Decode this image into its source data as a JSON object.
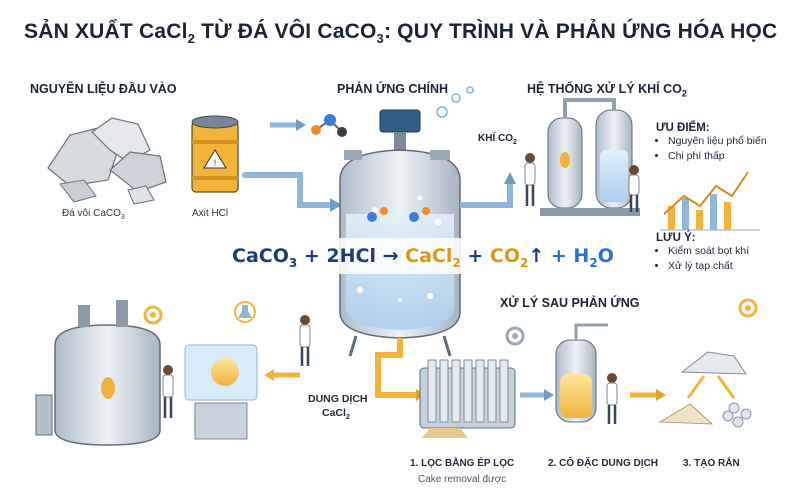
{
  "title": {
    "main": "SẢN XUẤT CaCl",
    "main_sub": "2",
    "middle": " TỪ ĐÁ VÔI CaCO",
    "middle_sub": "3",
    "rest": ": QUY TRÌNH VÀ PHẢN ỨNG HÓA HỌC"
  },
  "sections": {
    "inputs": "NGUYÊN LIỆU ĐẦU VÀO",
    "reaction": "PHẢN ỨNG CHÍNH",
    "gas_system": "HỆ THỐNG XỬ LÝ KHÍ CO",
    "gas_system_sub": "2",
    "post": "XỬ LÝ SAU PHẢN ỨNG"
  },
  "inputs": {
    "limestone": "Đá vôi CaCO",
    "limestone_sub": "3",
    "acid": "Axit HCl"
  },
  "gas_label": {
    "text": "KHÍ CO",
    "sub": "2"
  },
  "equation": {
    "reactants": "CaCO",
    "reactants_sub": "3",
    "plus1": " + 2HCl → ",
    "product1": "CaCl",
    "product1_sub": "2",
    "plus2": " + ",
    "product2": "CO",
    "product2_sub": "2",
    "arrow": "↑",
    "plus3": " + H",
    "product3_sub": "2",
    "product3_end": "O"
  },
  "advantages": {
    "heading": "ƯU ĐIỂM:",
    "items": [
      "Nguyên liệu phổ biến",
      "Chi phí thấp"
    ]
  },
  "notes": {
    "heading": "LƯU Ý:",
    "items": [
      "Kiểm soát bọt khí",
      "Xử lý tạp chất"
    ]
  },
  "solution_label": {
    "line1": "DUNG DỊCH",
    "line2": "CaCl",
    "line2_sub": "2"
  },
  "steps": {
    "step1": "1. LỌC BẰNG ÉP LỌC",
    "step1_sub": "Cake removal được",
    "step2": "2. CÔ ĐẶC DUNG DỊCH",
    "step3": "3. TẠO RẮN"
  },
  "colors": {
    "pipe_blue": "#8fb6d8",
    "pipe_orange": "#f0b33c",
    "tank_steel": "#c9d3dd",
    "liquid_blue": "#cfe4f7",
    "accent_gold": "#d99a12",
    "text_dark": "#1b2433"
  },
  "icons": [
    "molecule-icon",
    "flask-icon",
    "gear-icon",
    "bubbles-icon",
    "scientist-icon"
  ]
}
